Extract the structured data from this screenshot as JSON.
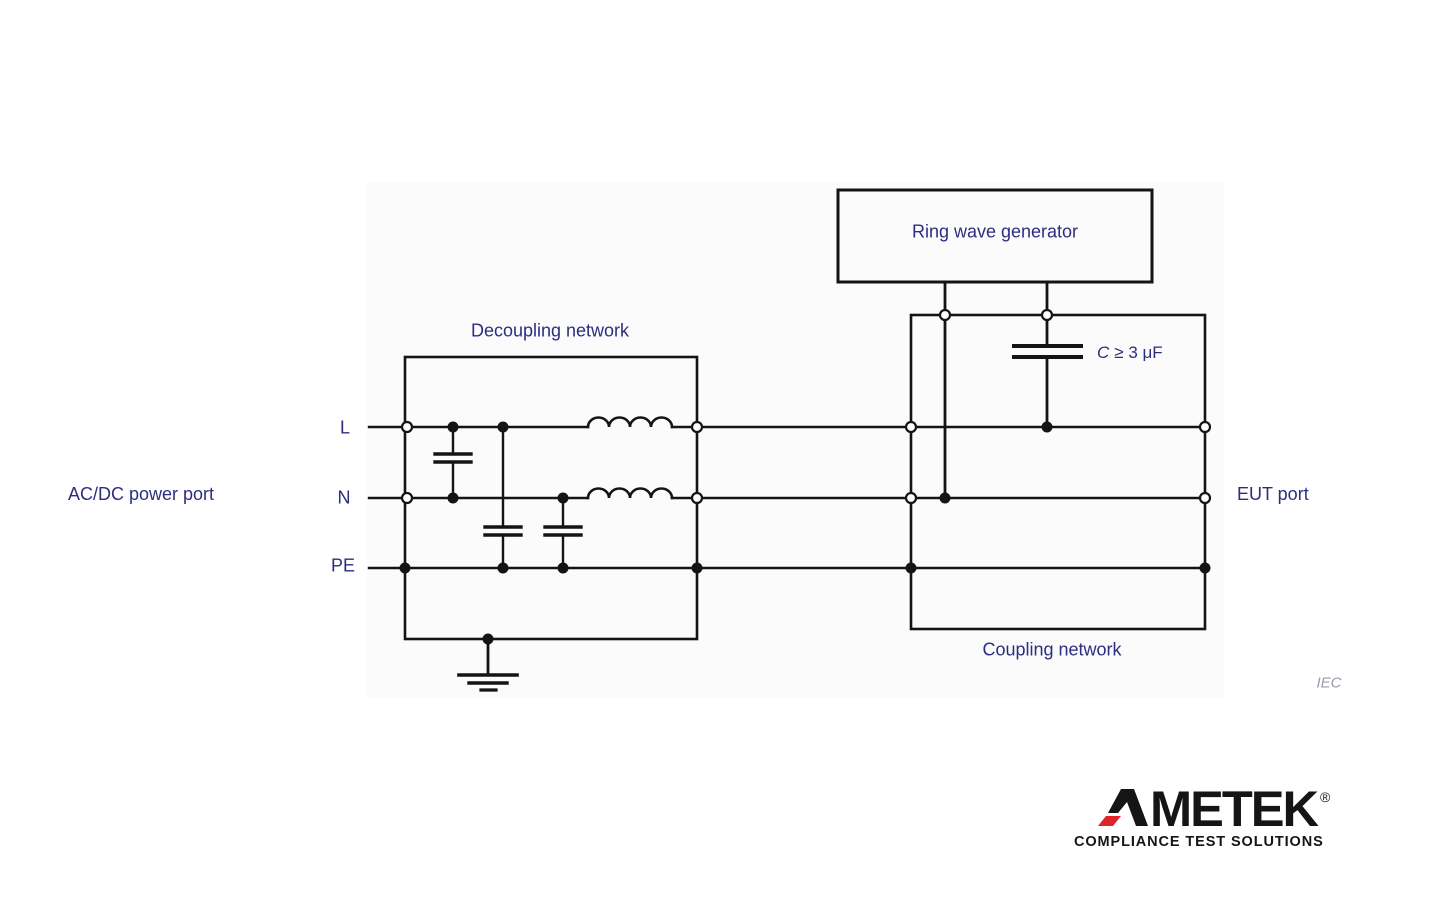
{
  "diagram": {
    "boxes": {
      "ring_wave_generator": "Ring wave generator",
      "decoupling_network": "Decoupling network",
      "coupling_network": "Coupling network"
    },
    "capacitor": {
      "symbol": "C",
      "value": "≥ 3 μF"
    },
    "ports": {
      "left": "AC/DC power port",
      "right": "EUT port"
    },
    "line_labels": {
      "l": "L",
      "n": "N",
      "pe": "PE"
    },
    "source_tag": "IEC"
  },
  "branding": {
    "logo_wordmark": "AMETEK",
    "logo_text_after_mark": "METEK",
    "registered": "®",
    "tagline": "COMPLIANCE TEST SOLUTIONS",
    "accent_red": "#e2222a",
    "logo_black": "#151515"
  },
  "colors": {
    "schematic_line": "#141414",
    "label_text": "#2d2d80",
    "iec_text": "#9b9ba8",
    "panel_bg": "#fbfbfc"
  }
}
